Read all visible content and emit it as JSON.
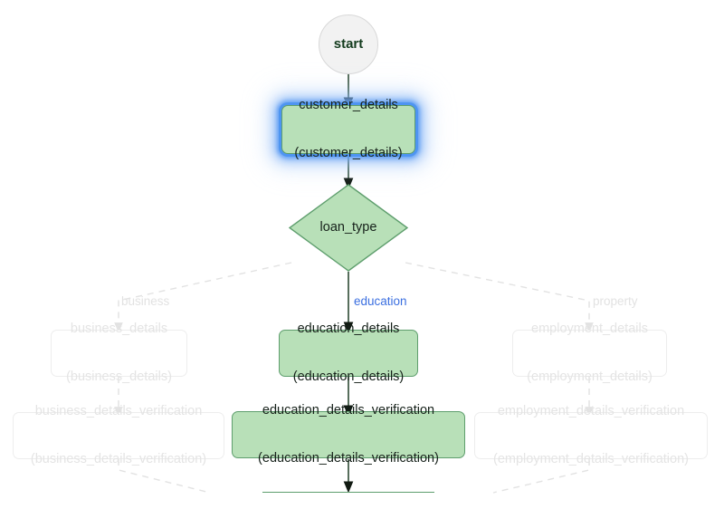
{
  "diagram": {
    "title": "loan application workflow",
    "background": "#ffffff",
    "colors": {
      "active_fill": "#b8e0b8",
      "active_stroke": "#5e9e6d",
      "active_edge": "#1b3a24",
      "faded_stroke": "#ededed",
      "faded_text": "#e4e4e4",
      "highlight_glow": "#4d94f0",
      "active_label": "#3b6fe0",
      "start_fill": "#f2f2f2"
    }
  },
  "nodes": {
    "start": {
      "label": "start",
      "shape": "circle",
      "state": "active"
    },
    "customer_details": {
      "title": "customer_details",
      "subtitle": "(customer_details)",
      "shape": "rect",
      "state": "active",
      "highlighted": true
    },
    "loan_type": {
      "label": "loan_type",
      "shape": "diamond",
      "state": "active"
    },
    "business_details": {
      "title": "business_details",
      "subtitle": "(business_details)",
      "shape": "rect",
      "state": "faded"
    },
    "business_details_verification": {
      "title": "business_details_verification",
      "subtitle": "(business_details_verification)",
      "shape": "rect",
      "state": "faded"
    },
    "education_details": {
      "title": "education_details",
      "subtitle": "(education_details)",
      "shape": "rect",
      "state": "active"
    },
    "education_details_verification": {
      "title": "education_details_verification",
      "subtitle": "(education_details_verification)",
      "shape": "rect",
      "state": "active"
    },
    "employment_details": {
      "title": "employment_details",
      "subtitle": "(employment_details)",
      "shape": "rect",
      "state": "faded"
    },
    "employment_details_verification": {
      "title": "employment_details_verification",
      "subtitle": "(employment_details_verification)",
      "shape": "rect",
      "state": "faded"
    }
  },
  "edge_labels": {
    "business": "business",
    "education": "education",
    "property": "property"
  },
  "edges": [
    {
      "from": "start",
      "to": "customer_details",
      "state": "active",
      "label": ""
    },
    {
      "from": "customer_details",
      "to": "loan_type",
      "state": "active",
      "label": ""
    },
    {
      "from": "loan_type",
      "to": "business_details",
      "state": "faded",
      "label": "business"
    },
    {
      "from": "loan_type",
      "to": "education_details",
      "state": "active",
      "label": "education"
    },
    {
      "from": "loan_type",
      "to": "employment_details",
      "state": "faded",
      "label": "property"
    },
    {
      "from": "business_details",
      "to": "business_details_verification",
      "state": "faded",
      "label": ""
    },
    {
      "from": "education_details",
      "to": "education_details_verification",
      "state": "active",
      "label": ""
    },
    {
      "from": "employment_details",
      "to": "employment_details_verification",
      "state": "faded",
      "label": ""
    },
    {
      "from": "business_details_verification",
      "to": "next",
      "state": "faded",
      "label": ""
    },
    {
      "from": "education_details_verification",
      "to": "next",
      "state": "active",
      "label": ""
    },
    {
      "from": "employment_details_verification",
      "to": "next",
      "state": "faded",
      "label": ""
    }
  ]
}
